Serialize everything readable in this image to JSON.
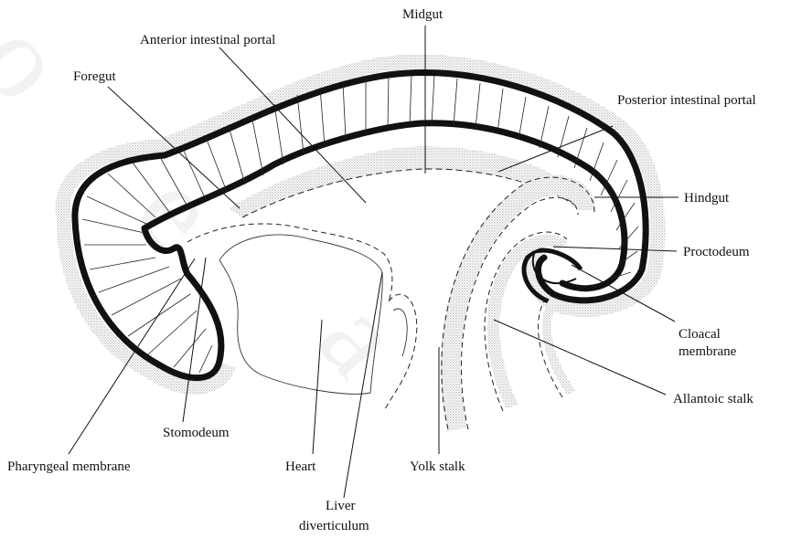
{
  "labels": {
    "midgut": "Midgut",
    "anterior_intestinal_portal": "Anterior intestinal portal",
    "foregut": "Foregut",
    "posterior_intestinal_portal": "Posterior intestinal portal",
    "hindgut": "Hindgut",
    "proctodeum": "Proctodeum",
    "cloacal_membrane_line1": "Cloacal",
    "cloacal_membrane_line2": "membrane",
    "allantoic_stalk": "Allantoic stalk",
    "stomodeum": "Stomodeum",
    "pharyngeal_membrane": "Pharyngeal membrane",
    "heart": "Heart",
    "yolk_stalk": "Yolk stalk",
    "liver_diverticulum_line1": "Liver",
    "liver_diverticulum_line2": "diverticulum"
  },
  "colors": {
    "ink": "#111111",
    "stipple": "#b5b5b5",
    "watermark": "#f1f1f1"
  }
}
